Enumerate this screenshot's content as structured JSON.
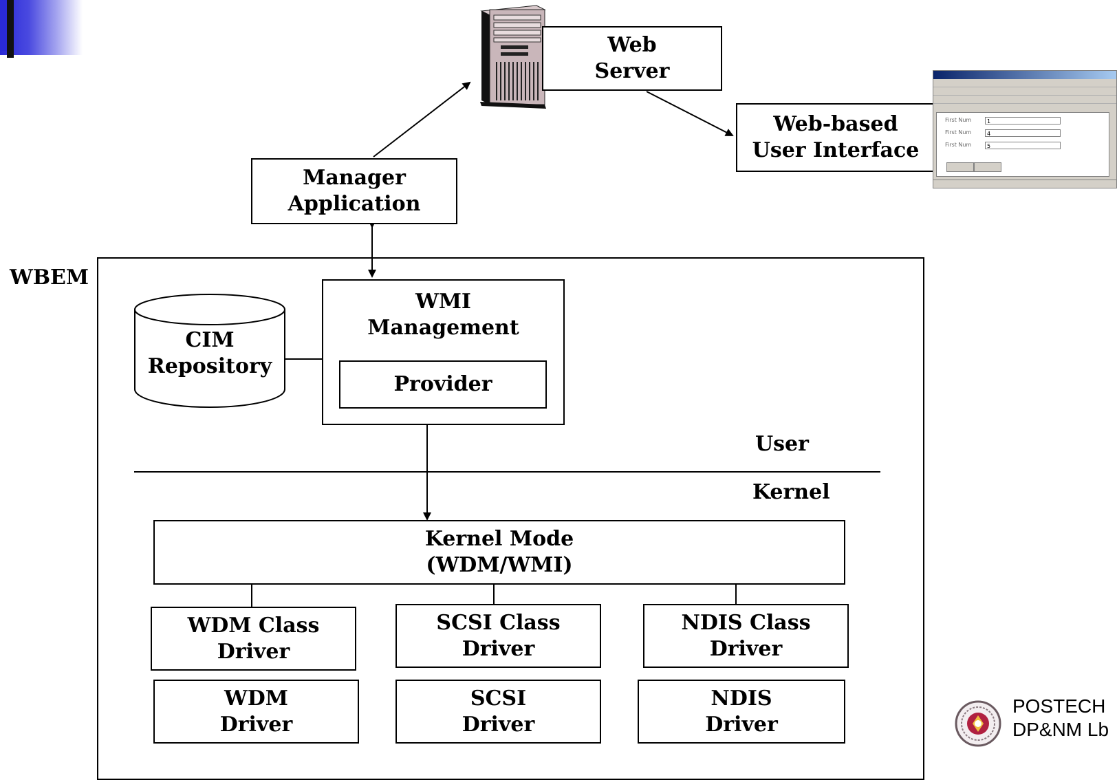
{
  "diagram": {
    "web_server": [
      "Web",
      "Server"
    ],
    "web_ui": [
      "Web-based",
      "User Interface"
    ],
    "manager_app": [
      "Manager",
      "Application"
    ],
    "wbem_label": "WBEM",
    "cim_repository": [
      "CIM",
      "Repository"
    ],
    "wmi_management": [
      "WMI",
      "Management"
    ],
    "provider": "Provider",
    "user_label": "User",
    "kernel_label": "Kernel",
    "kernel_mode": [
      "Kernel Mode",
      "(WDM/WMI)"
    ],
    "class_drivers": [
      [
        "WDM Class",
        "Driver"
      ],
      [
        "SCSI Class",
        "Driver"
      ],
      [
        "NDIS Class",
        "Driver"
      ]
    ],
    "drivers": [
      [
        "WDM",
        "Driver"
      ],
      [
        "SCSI",
        "Driver"
      ],
      [
        "NDIS",
        "Driver"
      ]
    ]
  },
  "browser_thumbnail": {
    "rows": [
      {
        "label": "First Num",
        "value": "1"
      },
      {
        "label": "First Num",
        "value": "4"
      },
      {
        "label": "First Num",
        "value": "5"
      }
    ]
  },
  "footer": {
    "line1": "POSTECH",
    "line2": "DP&NM Lb"
  }
}
